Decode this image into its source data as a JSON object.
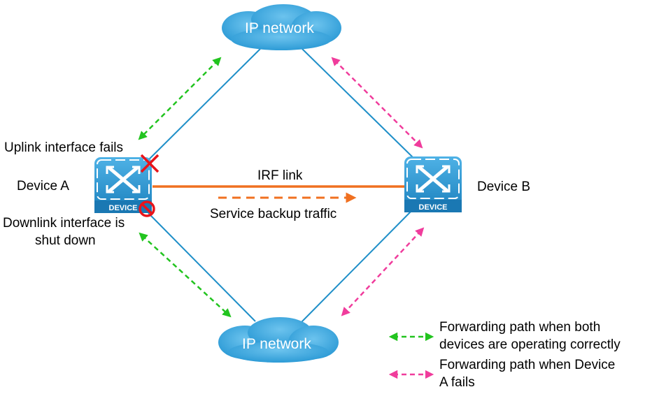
{
  "clouds": {
    "top_label": "IP network",
    "bottom_label": "IP network"
  },
  "devices": {
    "a_name": "Device A",
    "b_name": "Device B",
    "icon_text": "DEVICE"
  },
  "irf": {
    "link_label": "IRF link",
    "traffic_label": "Service backup traffic"
  },
  "faults": {
    "uplink_label": "Uplink interface fails",
    "downlink_label_line1": "Downlink interface is",
    "downlink_label_line2": "shut down"
  },
  "legend": {
    "green_line1": "Forwarding path when both",
    "green_line2": "devices are operating correctly",
    "pink_line1": "Forwarding path when Device",
    "pink_line2": "A fails"
  },
  "colors": {
    "link_blue": "#1f8fc8",
    "irf_orange": "#f07020",
    "green_path": "#22c41f",
    "pink_path": "#f03c9c",
    "fault_red": "#e8141a",
    "cloud_blue": "#3aa6dc",
    "device_blue": "#1e8fc9"
  }
}
